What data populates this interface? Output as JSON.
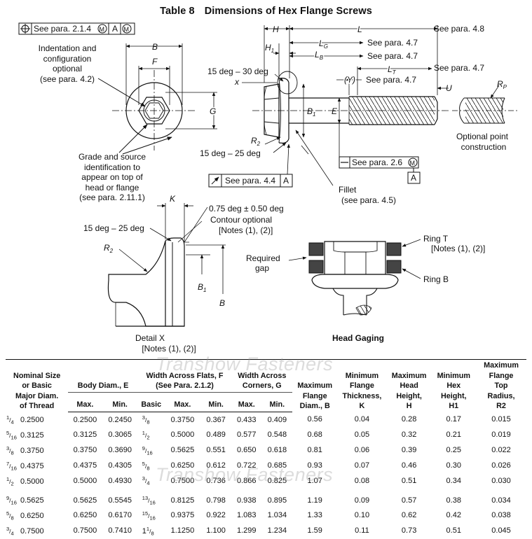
{
  "title": {
    "number": "Table 8",
    "text": "Dimensions of Hex Flange Screws"
  },
  "figure": {
    "fcf_top": {
      "symbol": "⌖",
      "text": "See para. 2.1.4",
      "m1": "M",
      "datum": "A",
      "m2": "M"
    },
    "indentation_note": [
      "Indentation and",
      "configuration",
      "optional",
      "(see para. 4.2)"
    ],
    "grade_note": [
      "Grade and source",
      "identification to",
      "appear on top of",
      "head or flange",
      "(see para. 2.11.1)"
    ],
    "dim_labels": {
      "B": "B",
      "F": "F",
      "G": "G",
      "H": "H",
      "H1": "H",
      "H1_sub": "1",
      "L": "L",
      "LG": "L",
      "LG_sub": "G",
      "LB": "L",
      "LB_sub": "B",
      "LT": "L",
      "LT_sub": "T",
      "Y": "(Y)",
      "U": "U",
      "Rp": "R",
      "Rp_sub": "P",
      "X": "x",
      "B1": "B",
      "B1_sub": "1",
      "E": "E",
      "R2": "R",
      "R2_sub": "2"
    },
    "see_48": "See para. 4.8",
    "see_47a": "See para. 4.7",
    "see_47b": "See para. 4.7",
    "see_47c": "See para. 4.7",
    "see_47d": "See para. 4.7",
    "angle_15_30": "15 deg – 30 deg",
    "angle_15_25a": "15 deg – 25 deg",
    "optional_point": [
      "Optional point",
      "construction"
    ],
    "fcf_26": {
      "symbol": "—",
      "text": "See para. 2.6",
      "m": "M"
    },
    "datum_a": "A",
    "fcf_44": {
      "symbol": "↗",
      "text": "See para. 4.4",
      "datum": "A"
    },
    "fillet": [
      "Fillet",
      "(see para. 4.5)"
    ],
    "detail_k": "K",
    "detail_angle": "0.75 deg ± 0.50 deg",
    "contour": [
      "Contour optional",
      "[Notes (1), (2)]"
    ],
    "angle_15_25b": "15 deg – 25 deg",
    "detail_r2": "R",
    "detail_r2_sub": "2",
    "detail_b1": "B",
    "detail_b1_sub": "1",
    "detail_b": "B",
    "detail_caption": [
      "Detail X",
      "[Notes (1), (2)]"
    ],
    "ring_t": [
      "Ring T",
      "[Notes (1), (2)]"
    ],
    "ring_b": "Ring B",
    "required_gap": [
      "Required",
      "gap"
    ],
    "head_gaging": "Head Gaging"
  },
  "watermarks": [
    "Transhow Fasteners",
    "Transhow Fasteners"
  ],
  "table": {
    "headers": {
      "nominal": [
        "Nominal Size",
        "or Basic",
        "Major Diam.",
        "of Thread"
      ],
      "body": "Body Diam., E",
      "flats": [
        "Width Across Flats, F",
        "(See Para. 2.1.2)"
      ],
      "corners": [
        "Width Across",
        "Corners, G"
      ],
      "flange_diam": [
        "Maximum",
        "Flange",
        "Diam., B"
      ],
      "flange_thk": [
        "Minimum",
        "Flange",
        "Thickness,",
        "K"
      ],
      "head_h": [
        "Maximum",
        "Head",
        "Height,",
        "H"
      ],
      "hex_h": [
        "Minimum",
        "Hex",
        "Height,",
        "H1"
      ],
      "flange_r": [
        "Maximum",
        "Flange",
        "Top",
        "Radius,",
        "R2"
      ],
      "sub": [
        "Max.",
        "Min.",
        "Basic",
        "Max.",
        "Min.",
        "Max.",
        "Min."
      ]
    },
    "rows": [
      {
        "fn": "1",
        "fd": "4",
        "nom": "0.2500",
        "emax": "0.2500",
        "emin": "0.2450",
        "fbn": "3",
        "fbd": "8",
        "fmax": "0.3750",
        "fmin": "0.367",
        "gmax": "0.433",
        "gmin": "0.409",
        "b": "0.56",
        "k": "0.04",
        "h": "0.28",
        "h1": "0.17",
        "r2": "0.015"
      },
      {
        "fn": "5",
        "fd": "16",
        "nom": "0.3125",
        "emax": "0.3125",
        "emin": "0.3065",
        "fbn": "1",
        "fbd": "2",
        "fmax": "0.5000",
        "fmin": "0.489",
        "gmax": "0.577",
        "gmin": "0.548",
        "b": "0.68",
        "k": "0.05",
        "h": "0.32",
        "h1": "0.21",
        "r2": "0.019"
      },
      {
        "fn": "3",
        "fd": "8",
        "nom": "0.3750",
        "emax": "0.3750",
        "emin": "0.3690",
        "fbn": "9",
        "fbd": "16",
        "fmax": "0.5625",
        "fmin": "0.551",
        "gmax": "0.650",
        "gmin": "0.618",
        "b": "0.81",
        "k": "0.06",
        "h": "0.39",
        "h1": "0.25",
        "r2": "0.022"
      },
      {
        "fn": "7",
        "fd": "16",
        "nom": "0.4375",
        "emax": "0.4375",
        "emin": "0.4305",
        "fbn": "5",
        "fbd": "8",
        "fmax": "0.6250",
        "fmin": "0.612",
        "gmax": "0.722",
        "gmin": "0.685",
        "b": "0.93",
        "k": "0.07",
        "h": "0.46",
        "h1": "0.30",
        "r2": "0.026"
      },
      {
        "fn": "1",
        "fd": "2",
        "nom": "0.5000",
        "emax": "0.5000",
        "emin": "0.4930",
        "fbn": "3",
        "fbd": "4",
        "fmax": "0.7500",
        "fmin": "0.736",
        "gmax": "0.866",
        "gmin": "0.825",
        "b": "1.07",
        "k": "0.08",
        "h": "0.51",
        "h1": "0.34",
        "r2": "0.030"
      },
      {
        "fn": "9",
        "fd": "16",
        "nom": "0.5625",
        "emax": "0.5625",
        "emin": "0.5545",
        "fbn": "13",
        "fbd": "16",
        "fmax": "0.8125",
        "fmin": "0.798",
        "gmax": "0.938",
        "gmin": "0.895",
        "b": "1.19",
        "k": "0.09",
        "h": "0.57",
        "h1": "0.38",
        "r2": "0.034"
      },
      {
        "fn": "5",
        "fd": "8",
        "nom": "0.6250",
        "emax": "0.6250",
        "emin": "0.6170",
        "fbn": "15",
        "fbd": "16",
        "fmax": "0.9375",
        "fmin": "0.922",
        "gmax": "1.083",
        "gmin": "1.034",
        "b": "1.33",
        "k": "0.10",
        "h": "0.62",
        "h1": "0.42",
        "r2": "0.038"
      },
      {
        "fn": "3",
        "fd": "4",
        "nom": "0.7500",
        "emax": "0.7500",
        "emin": "0.7410",
        "fbw": "1",
        "fbn": "1",
        "fbd": "8",
        "fmax": "1.1250",
        "fmin": "1.100",
        "gmax": "1.299",
        "gmin": "1.234",
        "b": "1.59",
        "k": "0.11",
        "h": "0.73",
        "h1": "0.51",
        "r2": "0.045"
      }
    ]
  }
}
